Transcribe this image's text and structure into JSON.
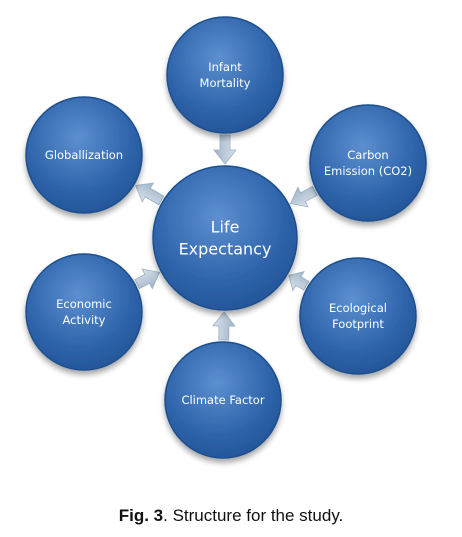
{
  "diagram": {
    "center": {
      "lines": [
        "Life",
        "Expectancy"
      ]
    },
    "nodes": [
      {
        "id": "infant-mortality",
        "lines": [
          "Infant",
          "Mortality"
        ]
      },
      {
        "id": "carbon-emission",
        "lines": [
          "Carbon",
          "Emission (CO2)"
        ]
      },
      {
        "id": "ecological-footprint",
        "lines": [
          "Ecological",
          "Footprint"
        ]
      },
      {
        "id": "climate-factor",
        "lines": [
          "Climate Factor"
        ]
      },
      {
        "id": "economic-activity",
        "lines": [
          "Economic",
          "Activity"
        ]
      },
      {
        "id": "globalization",
        "lines": [
          "Globallization"
        ]
      }
    ],
    "colors": {
      "node_fill": "#2e64ab",
      "node_highlight": "#5d8fd0",
      "node_border": "#1f4f8e",
      "arrow": "#b7c7d6"
    }
  },
  "caption": {
    "prefix": "Fig. 3",
    "text": ". Structure for the study."
  }
}
